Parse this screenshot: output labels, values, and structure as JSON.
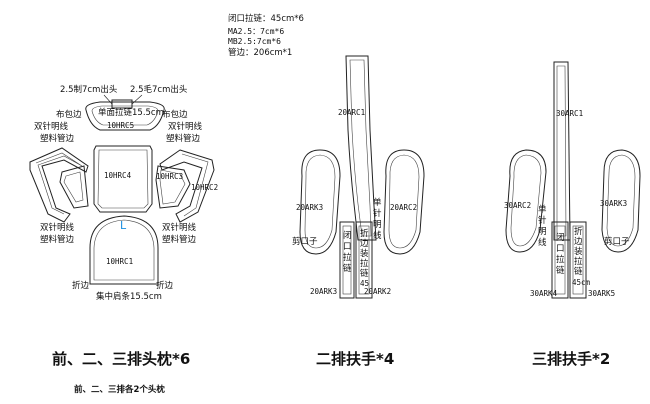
{
  "spec_notes": [
    "闭口拉链：45cm*6",
    "MA2.5：7cm*6",
    "MB2.5:7cm*6",
    "管边：206cm*1"
  ],
  "headrest": {
    "top_labels": [
      "2.5制7cm出头",
      "2.5毛7cm出头"
    ],
    "zipper_label": "单面拉链15.5cm",
    "left_bag": "布包边",
    "right_bag": "布包边",
    "double_stitch": "双针明线",
    "piping": "塑料管边",
    "fold": "折边",
    "pieces": [
      "10HRC5",
      "10HRC4",
      "10HRC3",
      "10HRC2",
      "10HRC1"
    ],
    "center_mark": "L",
    "bottom_label": "集中肩条15.5cm",
    "title": "前、二、三排头枕*6"
  },
  "row2": {
    "pieces": [
      "20ARC1",
      "20ARC2",
      "20ARK3",
      "20ARK3",
      "20ARK2"
    ],
    "cut_label": "剪口子",
    "zipper_v": "闭口拉链",
    "zipper_side": "折边装拉链",
    "zipper_len": "45",
    "double_stitch_v": "单针明线",
    "title": "二排扶手*4"
  },
  "row3": {
    "pieces": [
      "30ARC1",
      "30ARC2",
      "30ARK3",
      "30ARK4",
      "30ARK5"
    ],
    "cut_label": "剪口子",
    "zipper_v": "闭口拉链",
    "zipper_side": "折边装拉链",
    "zipper_len": "45cm",
    "double_stitch_v": "单针明线",
    "title": "三排扶手*2"
  },
  "footnote": "前、二、三排各2个头枕"
}
